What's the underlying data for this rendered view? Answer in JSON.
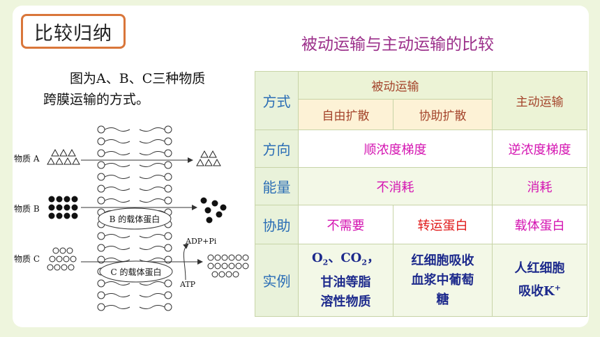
{
  "tag": "比较归纳",
  "title": "被动运输与主动运输的比较",
  "description": {
    "line1": "图为A、B、C三种物质",
    "line2": "跨膜运输的方式。"
  },
  "diagram": {
    "substance_a": "物质 A",
    "substance_b": "物质 B",
    "substance_c": "物质 C",
    "carrier_b": "B 的载体蛋白",
    "carrier_c": "C 的载体蛋白",
    "adp": "ADP+Pi",
    "atp": "ATP"
  },
  "table": {
    "passive_header": "被动运输",
    "active_header": "主动运输",
    "rows": {
      "mode": {
        "label": "方式",
        "simple": "自由扩散",
        "facilitated": "协助扩散"
      },
      "direction": {
        "label": "方向",
        "passive": "顺浓度梯度",
        "active": "逆浓度梯度"
      },
      "energy": {
        "label": "能量",
        "passive": "不消耗",
        "active": "消耗"
      },
      "assistance": {
        "label": "协助",
        "simple": "不需要",
        "facilitated": "转运蛋白",
        "active": "载体蛋白"
      },
      "examples": {
        "label": "实例",
        "simple_o": "O",
        "simple_o_sub": "2",
        "simple_sep": "、CO",
        "simple_co_sub": "2",
        "simple_comma": "，",
        "simple_line2": "甘油等脂",
        "simple_line3": "溶性物质",
        "facilitated_line1": "红细胞吸收",
        "facilitated_line2": "血浆中葡萄",
        "facilitated_line3": "糖",
        "active_line1": "人红细胞",
        "active_line2": "吸收K",
        "active_sup": "+"
      }
    }
  },
  "colors": {
    "background": "#eef5dd",
    "tag_border": "#d9763a",
    "title": "#9b2f8a",
    "label": "#2a6db5",
    "header": "#a4442b",
    "pink": "#d413b1",
    "red": "#e01a1a",
    "navy": "#1d2a8c"
  }
}
